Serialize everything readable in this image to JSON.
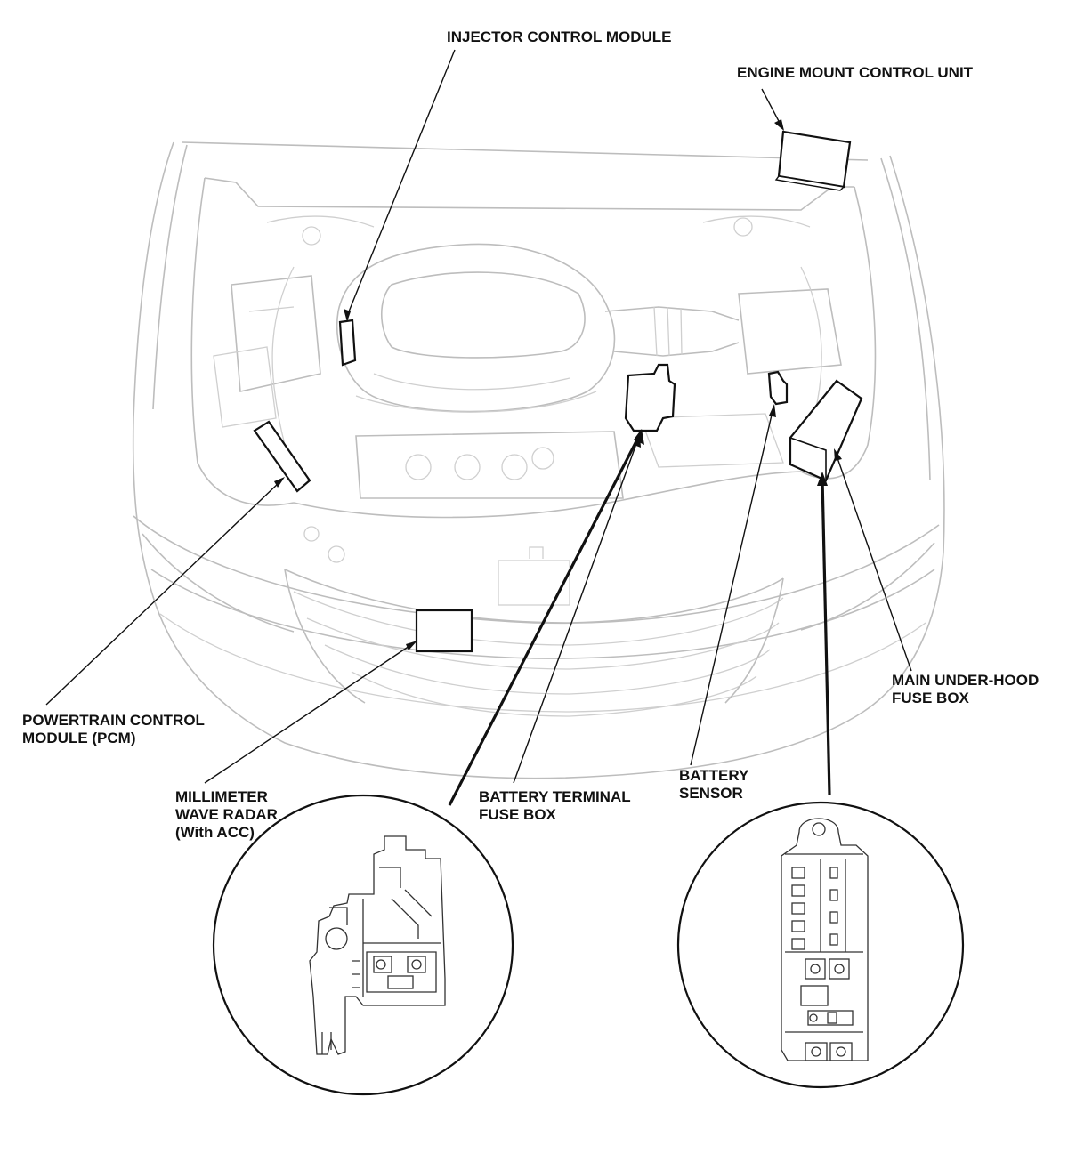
{
  "labels": {
    "injector_control_module": "INJECTOR CONTROL MODULE",
    "engine_mount_control_unit": "ENGINE MOUNT CONTROL UNIT",
    "main_under_hood_fuse_box": [
      "MAIN UNDER-HOOD",
      "FUSE BOX"
    ],
    "powertrain_control_module": [
      "POWERTRAIN CONTROL",
      "MODULE (PCM)"
    ],
    "millimeter_wave_radar": [
      "MILLIMETER",
      "WAVE RADAR",
      "(With ACC)"
    ],
    "battery_terminal_fuse_box": [
      "BATTERY TERMINAL",
      "FUSE BOX"
    ],
    "battery_sensor": [
      "BATTERY",
      "SENSOR"
    ]
  },
  "colors": {
    "background": "#ffffff",
    "outline": "#bdbdbd",
    "callout": "#111111"
  }
}
